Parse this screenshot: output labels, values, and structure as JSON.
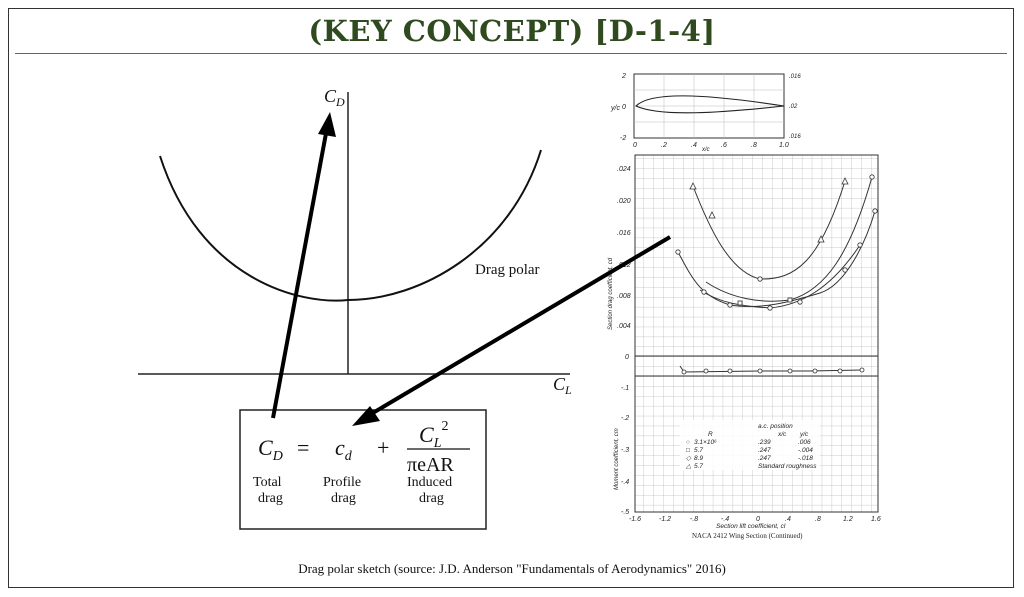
{
  "title": "(KEY CONCEPT) [D-1-4]",
  "caption": "Drag polar sketch (source: J.D. Anderson \"Fundamentals of Aerodynamics\" 2016)",
  "sketch": {
    "y_axis_label": "C",
    "y_axis_sub": "D",
    "x_axis_label": "C",
    "x_axis_sub": "L",
    "curve_label": "Drag polar"
  },
  "equation": {
    "lhs": "C",
    "lhs_sub": "D",
    "eq": "=",
    "term1": "c",
    "term1_sub": "d",
    "plus": "+",
    "num": "C",
    "num_sub": "L",
    "num_sup": "2",
    "den": "πeAR",
    "labels": [
      {
        "line1": "Total",
        "line2": "drag"
      },
      {
        "line1": "Profile",
        "line2": "drag"
      },
      {
        "line1": "Induced",
        "line2": "drag"
      }
    ]
  },
  "naca_chart": {
    "airfoil_y_ticks": [
      "2",
      "0",
      "-2"
    ],
    "airfoil_x_ticks": [
      "0",
      ".2",
      ".4",
      ".6",
      ".8",
      "1.0"
    ],
    "airfoil_right_ticks": [
      ".016",
      ".02",
      ".016"
    ],
    "airfoil_x_label": "x/c",
    "airfoil_y_label": "y/c",
    "drag_y_ticks": [
      ".024",
      ".020",
      ".016",
      ".012",
      ".008",
      ".004",
      "0"
    ],
    "drag_y_label": "Section drag coefficient, cd",
    "moment_y_ticks": [
      "-.1",
      "-.2",
      "-.3",
      "-.4",
      "-.5"
    ],
    "moment_y_label": "Moment coefficient, cm",
    "x_ticks": [
      "-1.6",
      "-1.2",
      "-.8",
      "-.4",
      "0",
      ".4",
      ".8",
      "1.2",
      "1.6"
    ],
    "x_label": "Section lift coefficient, cl",
    "legend_header": [
      "R",
      "a.c. position",
      "x/c",
      "y/c"
    ],
    "legend_rows": [
      [
        "3.1×10⁶",
        ".239",
        ".006"
      ],
      [
        "5.7",
        ".247",
        "-.004"
      ],
      [
        "8.9",
        ".247",
        "-.018"
      ],
      [
        "5.7",
        "Standard roughness",
        ""
      ]
    ],
    "chart_caption": "NACA 2412 Wing Section (Continued)"
  }
}
